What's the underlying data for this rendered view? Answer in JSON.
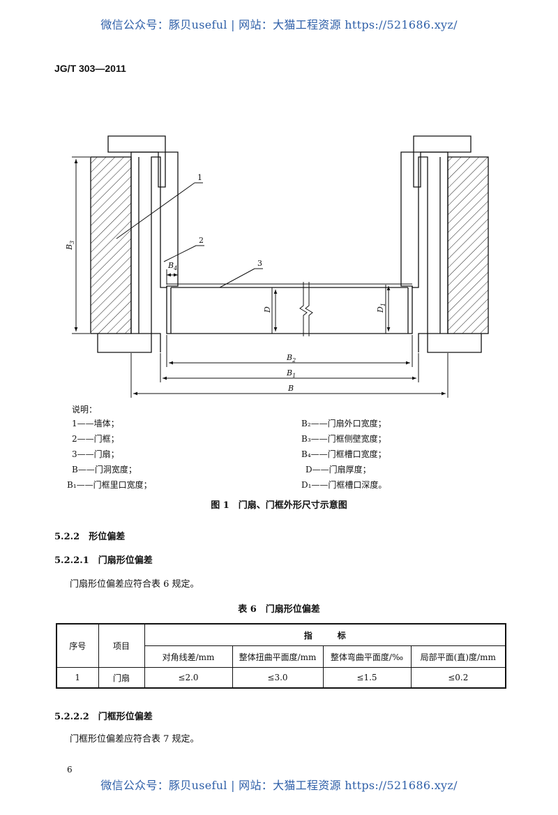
{
  "watermark": "微信公众号：豚贝useful | 网站：大猫工程资源 https://521686.xyz/",
  "standard_code": "JG/T 303—2011",
  "figure": {
    "callouts": [
      "1",
      "2",
      "3"
    ],
    "dims": {
      "B3": "B",
      "B3_sub": "3",
      "B4": "B",
      "B4_sub": "4",
      "D": "D",
      "D1": "D",
      "D1_sub": "1",
      "B2": "B",
      "B2_sub": "2",
      "B1": "B",
      "B1_sub": "1",
      "B": "B"
    },
    "legend_head": "说明：",
    "legend_left": [
      "1——墙体；",
      "2——门框；",
      "3——门扇；",
      "B——门洞宽度；",
      "B₁——门框里口宽度；"
    ],
    "legend_right": [
      "B₂——门扇外口宽度；",
      "B₃——门框侧壁宽度；",
      "B₄——门框槽口宽度；",
      "D——门扇厚度；",
      "D₁——门框槽口深度。"
    ],
    "caption": "图 1　门扇、门框外形尺寸示意图"
  },
  "sections": {
    "s5222": "5.2.2　形位偏差",
    "s52221": "5.2.2.1　门扇形位偏差",
    "p1": "门扇形位偏差应符合表 6 规定。",
    "s52222": "5.2.2.2　门框形位偏差",
    "p2": "门框形位偏差应符合表 7 规定。"
  },
  "table6": {
    "caption": "表 6　门扇形位偏差",
    "col_no": "序号",
    "col_item": "项目",
    "col_index": "指　　　标",
    "sub_cols": [
      "对角线差/mm",
      "整体扭曲平面度/mm",
      "整体弯曲平面度/‰",
      "局部平面(直)度/mm"
    ],
    "rows": [
      {
        "no": "1",
        "item": "门扇",
        "values": [
          "≤2.0",
          "≤3.0",
          "≤1.5",
          "≤0.2"
        ]
      }
    ]
  },
  "page_number": "6"
}
